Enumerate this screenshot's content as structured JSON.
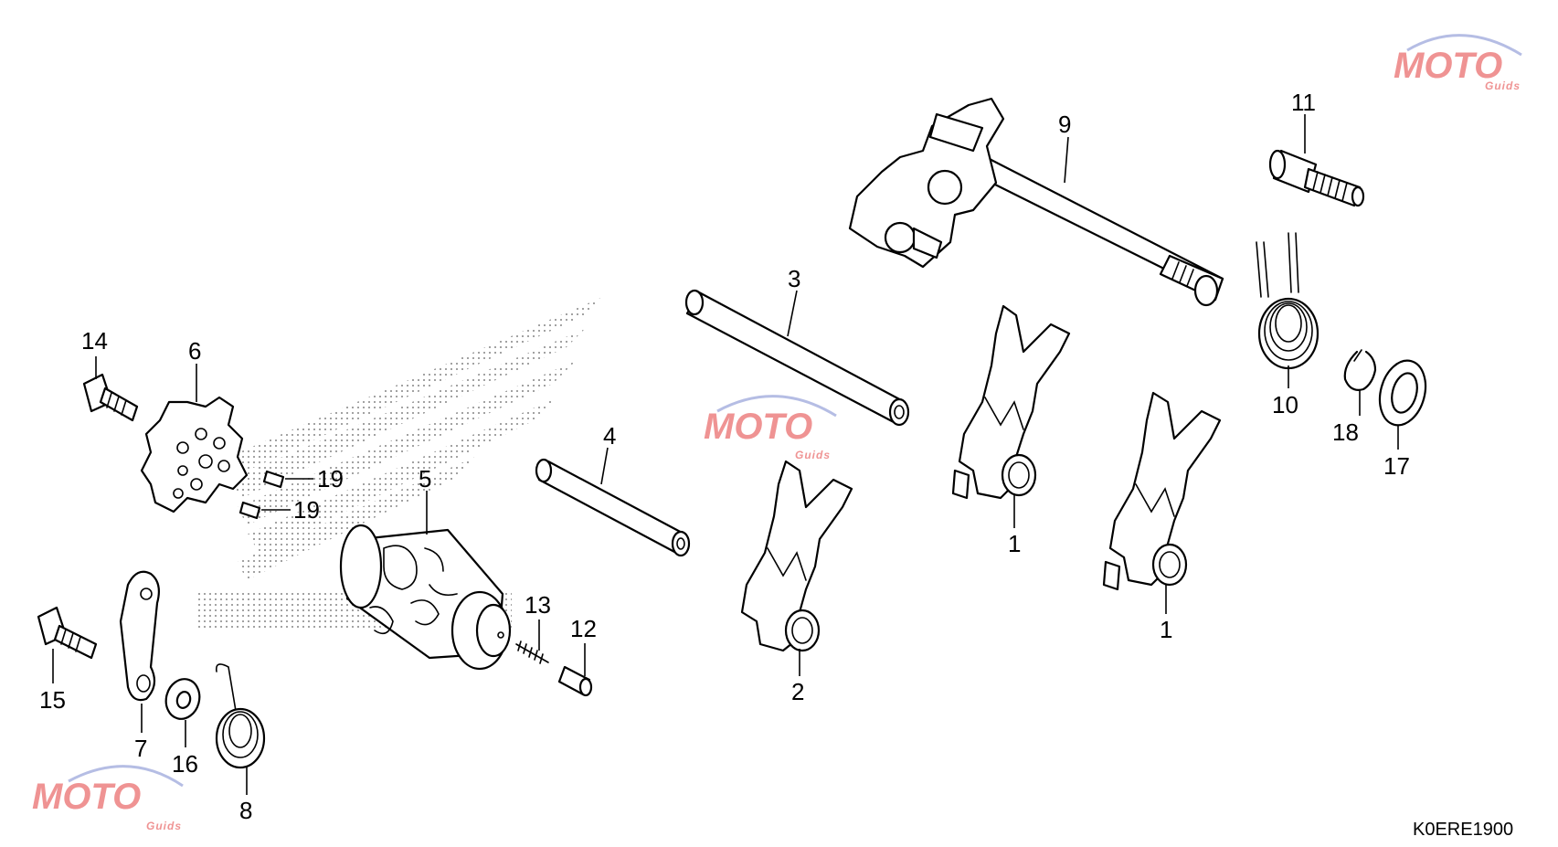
{
  "diagram_code": "K0ERE1900",
  "watermark": {
    "brand": "MOTO",
    "sub": "Guids"
  },
  "labels": {
    "p1a": "1",
    "p1b": "1",
    "p2": "2",
    "p3": "3",
    "p4": "4",
    "p5": "5",
    "p6": "6",
    "p7": "7",
    "p8": "8",
    "p9": "9",
    "p10": "10",
    "p11": "11",
    "p12": "12",
    "p13": "13",
    "p14": "14",
    "p15": "15",
    "p16": "16",
    "p17": "17",
    "p18": "18",
    "p19a": "19",
    "p19b": "19"
  },
  "colors": {
    "line": "#000000",
    "watermark_red": "#e23b3b",
    "watermark_blue": "#6b7cc9"
  }
}
